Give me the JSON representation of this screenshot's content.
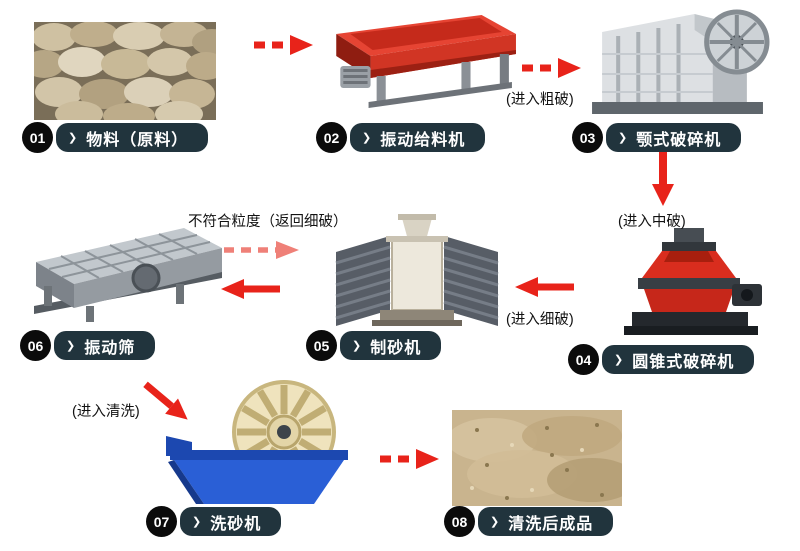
{
  "colors": {
    "label_bg": "#21343d",
    "number_bg": "#0b0b0b",
    "arrow_red": "#e8231a",
    "arrow_pink": "#ef8078",
    "annotation_text": "#121212"
  },
  "icons": {
    "chevron": "❯"
  },
  "steps": [
    {
      "number": "01",
      "label": "物料（原料）"
    },
    {
      "number": "02",
      "label": "振动给料机"
    },
    {
      "number": "03",
      "label": "颚式破碎机"
    },
    {
      "number": "04",
      "label": "圆锥式破碎机"
    },
    {
      "number": "05",
      "label": "制砂机"
    },
    {
      "number": "06",
      "label": "振动筛"
    },
    {
      "number": "07",
      "label": "洗砂机"
    },
    {
      "number": "08",
      "label": "清洗后成品"
    }
  ],
  "annotations": {
    "to_coarse": "(进入粗破)",
    "to_medium": "(进入中破)",
    "to_fine": "(进入细破)",
    "recycle": "不符合粒度（返回细破）",
    "to_wash": "(进入清洗)"
  }
}
